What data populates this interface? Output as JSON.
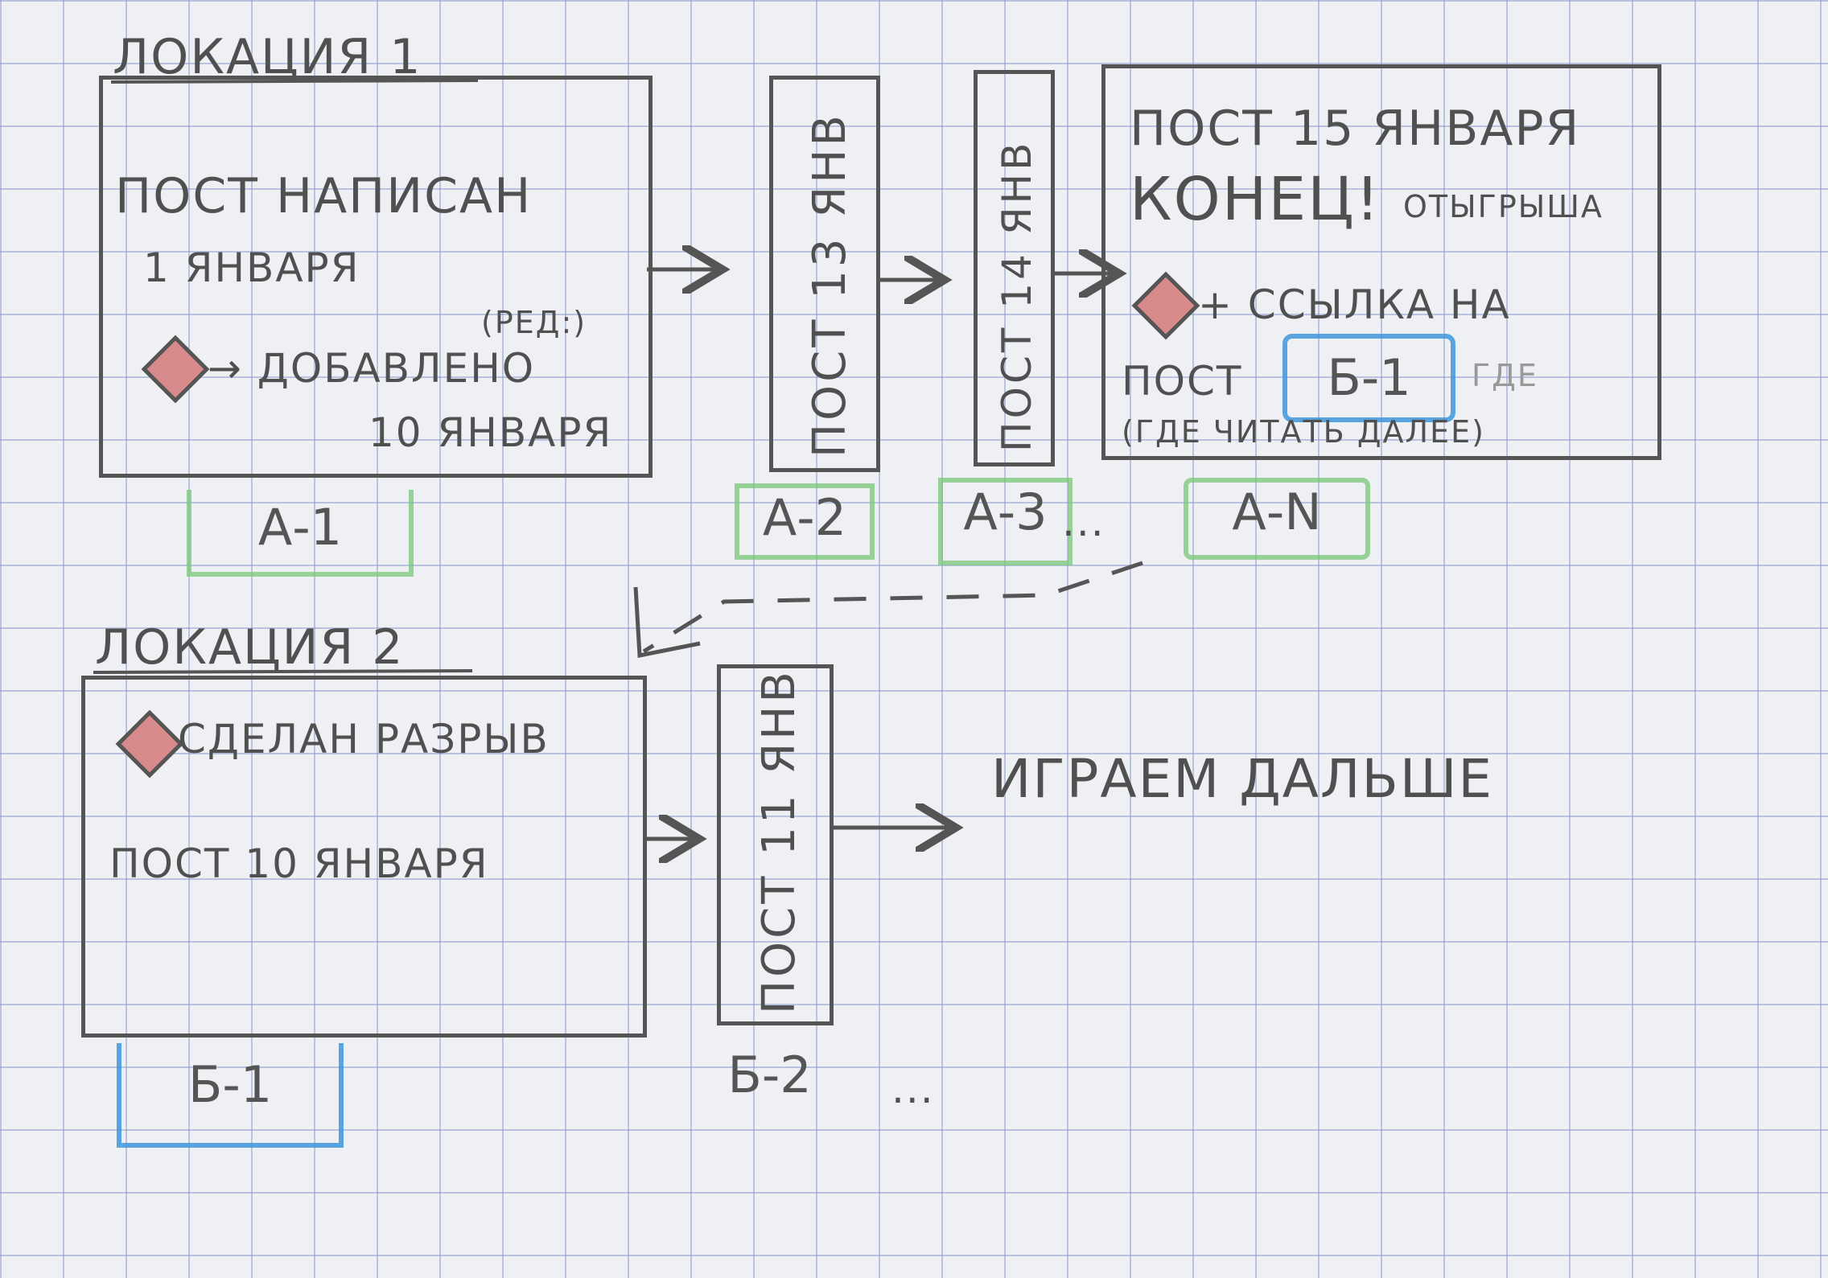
{
  "location1": {
    "title": "ЛОКАЦИЯ 1",
    "post_a1": {
      "line1": "ПОСТ НАПИСАН",
      "line2": "1 ЯНВАРЯ",
      "edit_note": "(РЕД:)",
      "added": "→ ДОБАВЛЕНО",
      "added_date": "10 ЯНВАРЯ",
      "label": "А-1"
    },
    "post_a2": {
      "text": "ПОСТ 13 ЯНВ",
      "label": "А-2"
    },
    "post_a3": {
      "text": "ПОСТ 14 ЯНВ",
      "label": "А-3",
      "ellipsis": "..."
    },
    "post_an": {
      "line1": "ПОСТ 15 ЯНВАРЯ",
      "line2": "КОНЕЦ!",
      "line2_small": "ОТЫГРЫША",
      "line3": "+ ССЫЛКА НА",
      "line4": "ПОСТ",
      "link_ref": "Б-1",
      "line4_tail": "ГДЕ",
      "line5": "(ГДЕ ЧИТАТЬ ДАЛЕЕ)",
      "label": "А-N"
    }
  },
  "location2": {
    "title": "ЛОКАЦИЯ 2",
    "post_b1": {
      "line1": "СДЕЛАН РАЗРЫВ",
      "line2": "ПОСТ 10 ЯНВАРЯ",
      "label": "Б-1"
    },
    "post_b2": {
      "text": "ПОСТ 11 ЯНВ",
      "label": "Б-2",
      "ellipsis": "..."
    },
    "continue_text": "ИГРАЕМ ДАЛЬШЕ"
  },
  "colors": {
    "ink": "#555555",
    "marker_red": "#d98a8a",
    "highlight_green": "#78c878",
    "highlight_blue": "#3c96dc",
    "grid": "#7890c8"
  }
}
